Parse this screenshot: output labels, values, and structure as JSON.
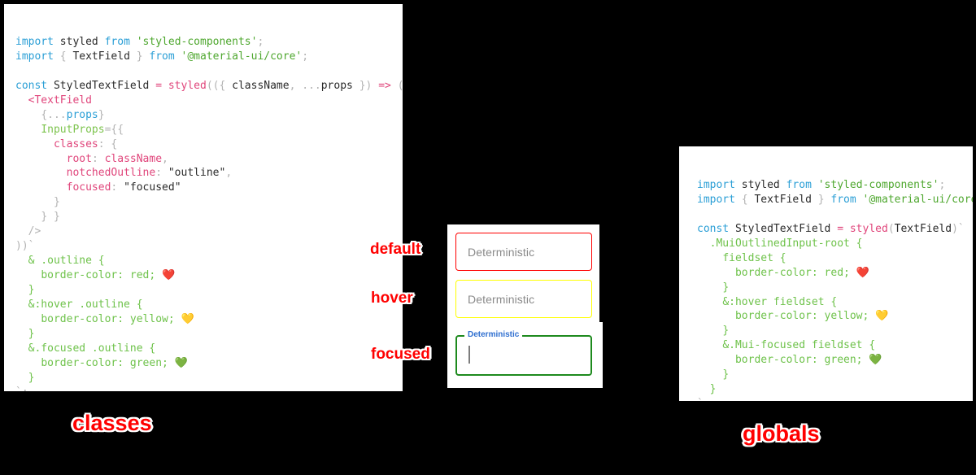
{
  "left_panel": {
    "name": "classes-code-panel",
    "caption": "classes",
    "lines": [
      [
        {
          "t": "import",
          "c": "tk-kw"
        },
        {
          "t": " ",
          "c": "tk-plain"
        },
        {
          "t": "styled",
          "c": "tk-plain"
        },
        {
          "t": " ",
          "c": "tk-plain"
        },
        {
          "t": "from",
          "c": "tk-kw"
        },
        {
          "t": " ",
          "c": "tk-plain"
        },
        {
          "t": "'styled-components'",
          "c": "tk-str"
        },
        {
          "t": ";",
          "c": "tk-punc"
        }
      ],
      [
        {
          "t": "import",
          "c": "tk-kw"
        },
        {
          "t": " ",
          "c": "tk-plain"
        },
        {
          "t": "{",
          "c": "tk-punc"
        },
        {
          "t": " ",
          "c": "tk-plain"
        },
        {
          "t": "TextField",
          "c": "tk-plain"
        },
        {
          "t": " ",
          "c": "tk-plain"
        },
        {
          "t": "}",
          "c": "tk-punc"
        },
        {
          "t": " ",
          "c": "tk-plain"
        },
        {
          "t": "from",
          "c": "tk-kw"
        },
        {
          "t": " ",
          "c": "tk-plain"
        },
        {
          "t": "'@material-ui/core'",
          "c": "tk-str"
        },
        {
          "t": ";",
          "c": "tk-punc"
        }
      ],
      [],
      [
        {
          "t": "const",
          "c": "tk-kw"
        },
        {
          "t": " ",
          "c": "tk-plain"
        },
        {
          "t": "StyledTextField",
          "c": "tk-plain"
        },
        {
          "t": " ",
          "c": "tk-plain"
        },
        {
          "t": "=",
          "c": "tk-op"
        },
        {
          "t": " ",
          "c": "tk-plain"
        },
        {
          "t": "styled",
          "c": "tk-fn"
        },
        {
          "t": "((",
          "c": "tk-punc"
        },
        {
          "t": "{",
          "c": "tk-punc"
        },
        {
          "t": " ",
          "c": "tk-plain"
        },
        {
          "t": "className",
          "c": "tk-plain"
        },
        {
          "t": ",",
          "c": "tk-punc"
        },
        {
          "t": " ",
          "c": "tk-plain"
        },
        {
          "t": "...",
          "c": "tk-punc"
        },
        {
          "t": "props",
          "c": "tk-plain"
        },
        {
          "t": " ",
          "c": "tk-plain"
        },
        {
          "t": "})",
          "c": "tk-punc"
        },
        {
          "t": " ",
          "c": "tk-plain"
        },
        {
          "t": "=>",
          "c": "tk-op"
        },
        {
          "t": " ",
          "c": "tk-plain"
        },
        {
          "t": "(",
          "c": "tk-punc"
        }
      ],
      [
        {
          "t": "  ",
          "c": "tk-plain"
        },
        {
          "t": "<TextField",
          "c": "tk-tag"
        }
      ],
      [
        {
          "t": "    ",
          "c": "tk-plain"
        },
        {
          "t": "{",
          "c": "tk-punc"
        },
        {
          "t": "...",
          "c": "tk-punc"
        },
        {
          "t": "props",
          "c": "tk-attr"
        },
        {
          "t": "}",
          "c": "tk-punc"
        }
      ],
      [
        {
          "t": "    ",
          "c": "tk-plain"
        },
        {
          "t": "InputProps",
          "c": "tk-prop"
        },
        {
          "t": "=",
          "c": "tk-punc"
        },
        {
          "t": "{{",
          "c": "tk-punc"
        }
      ],
      [
        {
          "t": "      ",
          "c": "tk-plain"
        },
        {
          "t": "classes",
          "c": "tk-fn"
        },
        {
          "t": ":",
          "c": "tk-punc"
        },
        {
          "t": " ",
          "c": "tk-plain"
        },
        {
          "t": "{",
          "c": "tk-punc"
        }
      ],
      [
        {
          "t": "        ",
          "c": "tk-plain"
        },
        {
          "t": "root",
          "c": "tk-fn"
        },
        {
          "t": ":",
          "c": "tk-punc"
        },
        {
          "t": " ",
          "c": "tk-plain"
        },
        {
          "t": "className",
          "c": "tk-fn"
        },
        {
          "t": ",",
          "c": "tk-punc"
        }
      ],
      [
        {
          "t": "        ",
          "c": "tk-plain"
        },
        {
          "t": "notchedOutline",
          "c": "tk-fn"
        },
        {
          "t": ":",
          "c": "tk-punc"
        },
        {
          "t": " ",
          "c": "tk-plain"
        },
        {
          "t": "\"outline\"",
          "c": "tk-plain"
        },
        {
          "t": ",",
          "c": "tk-punc"
        }
      ],
      [
        {
          "t": "        ",
          "c": "tk-plain"
        },
        {
          "t": "focused",
          "c": "tk-fn"
        },
        {
          "t": ":",
          "c": "tk-punc"
        },
        {
          "t": " ",
          "c": "tk-plain"
        },
        {
          "t": "\"focused\"",
          "c": "tk-plain"
        }
      ],
      [
        {
          "t": "      ",
          "c": "tk-plain"
        },
        {
          "t": "}",
          "c": "tk-punc"
        }
      ],
      [
        {
          "t": "    ",
          "c": "tk-plain"
        },
        {
          "t": "} }",
          "c": "tk-punc"
        }
      ],
      [
        {
          "t": "  ",
          "c": "tk-plain"
        },
        {
          "t": "/>",
          "c": "tk-punc"
        }
      ],
      [
        {
          "t": "))`",
          "c": "tk-punc"
        }
      ],
      [
        {
          "t": "  ",
          "c": "tk-plain"
        },
        {
          "t": "& .outline {",
          "c": "tk-css"
        }
      ],
      [
        {
          "t": "    ",
          "c": "tk-plain"
        },
        {
          "t": "border-color: red; ❤️",
          "c": "tk-css"
        }
      ],
      [
        {
          "t": "  ",
          "c": "tk-plain"
        },
        {
          "t": "}",
          "c": "tk-css"
        }
      ],
      [
        {
          "t": "  ",
          "c": "tk-plain"
        },
        {
          "t": "&:hover .outline {",
          "c": "tk-css"
        }
      ],
      [
        {
          "t": "    ",
          "c": "tk-plain"
        },
        {
          "t": "border-color: yellow; 💛",
          "c": "tk-css"
        }
      ],
      [
        {
          "t": "  ",
          "c": "tk-plain"
        },
        {
          "t": "}",
          "c": "tk-css"
        }
      ],
      [
        {
          "t": "  ",
          "c": "tk-plain"
        },
        {
          "t": "&.focused .outline {",
          "c": "tk-css"
        }
      ],
      [
        {
          "t": "    ",
          "c": "tk-plain"
        },
        {
          "t": "border-color: green; 💚",
          "c": "tk-css"
        }
      ],
      [
        {
          "t": "  ",
          "c": "tk-plain"
        },
        {
          "t": "}",
          "c": "tk-css"
        }
      ],
      [
        {
          "t": "`;",
          "c": "tk-punc"
        }
      ]
    ]
  },
  "right_panel": {
    "name": "globals-code-panel",
    "caption": "globals",
    "lines": [
      [
        {
          "t": "import",
          "c": "tk-kw"
        },
        {
          "t": " ",
          "c": "tk-plain"
        },
        {
          "t": "styled",
          "c": "tk-plain"
        },
        {
          "t": " ",
          "c": "tk-plain"
        },
        {
          "t": "from",
          "c": "tk-kw"
        },
        {
          "t": " ",
          "c": "tk-plain"
        },
        {
          "t": "'styled-components'",
          "c": "tk-str"
        },
        {
          "t": ";",
          "c": "tk-punc"
        }
      ],
      [
        {
          "t": "import",
          "c": "tk-kw"
        },
        {
          "t": " ",
          "c": "tk-plain"
        },
        {
          "t": "{",
          "c": "tk-punc"
        },
        {
          "t": " ",
          "c": "tk-plain"
        },
        {
          "t": "TextField",
          "c": "tk-plain"
        },
        {
          "t": " ",
          "c": "tk-plain"
        },
        {
          "t": "}",
          "c": "tk-punc"
        },
        {
          "t": " ",
          "c": "tk-plain"
        },
        {
          "t": "from",
          "c": "tk-kw"
        },
        {
          "t": " ",
          "c": "tk-plain"
        },
        {
          "t": "'@material-ui/core'",
          "c": "tk-str"
        },
        {
          "t": ";",
          "c": "tk-punc"
        }
      ],
      [],
      [
        {
          "t": "const",
          "c": "tk-kw"
        },
        {
          "t": " ",
          "c": "tk-plain"
        },
        {
          "t": "StyledTextField",
          "c": "tk-plain"
        },
        {
          "t": " ",
          "c": "tk-plain"
        },
        {
          "t": "=",
          "c": "tk-op"
        },
        {
          "t": " ",
          "c": "tk-plain"
        },
        {
          "t": "styled",
          "c": "tk-fn"
        },
        {
          "t": "(",
          "c": "tk-punc"
        },
        {
          "t": "TextField",
          "c": "tk-plain"
        },
        {
          "t": ")`",
          "c": "tk-punc"
        }
      ],
      [
        {
          "t": "  ",
          "c": "tk-plain"
        },
        {
          "t": ".MuiOutlinedInput-root {",
          "c": "tk-css"
        }
      ],
      [
        {
          "t": "    ",
          "c": "tk-plain"
        },
        {
          "t": "fieldset {",
          "c": "tk-css"
        }
      ],
      [
        {
          "t": "      ",
          "c": "tk-plain"
        },
        {
          "t": "border-color: red; ❤️",
          "c": "tk-css"
        }
      ],
      [
        {
          "t": "    ",
          "c": "tk-plain"
        },
        {
          "t": "}",
          "c": "tk-css"
        }
      ],
      [
        {
          "t": "    ",
          "c": "tk-plain"
        },
        {
          "t": "&:hover fieldset {",
          "c": "tk-css"
        }
      ],
      [
        {
          "t": "      ",
          "c": "tk-plain"
        },
        {
          "t": "border-color: yellow; 💛",
          "c": "tk-css"
        }
      ],
      [
        {
          "t": "    ",
          "c": "tk-plain"
        },
        {
          "t": "}",
          "c": "tk-css"
        }
      ],
      [
        {
          "t": "    ",
          "c": "tk-plain"
        },
        {
          "t": "&.Mui-focused fieldset {",
          "c": "tk-css"
        }
      ],
      [
        {
          "t": "      ",
          "c": "tk-plain"
        },
        {
          "t": "border-color: green; 💚",
          "c": "tk-css"
        }
      ],
      [
        {
          "t": "    ",
          "c": "tk-plain"
        },
        {
          "t": "}",
          "c": "tk-css"
        }
      ],
      [
        {
          "t": "  ",
          "c": "tk-plain"
        },
        {
          "t": "}",
          "c": "tk-css"
        }
      ],
      [
        {
          "t": "`;",
          "c": "tk-punc"
        }
      ]
    ]
  },
  "demo": {
    "fields": {
      "default": {
        "state_label": "default",
        "value": "Deterministic",
        "border_color": "#ff0000"
      },
      "hover": {
        "state_label": "hover",
        "value": "Deterministic",
        "border_color": "#ffff00"
      },
      "focused": {
        "state_label": "focused",
        "floating_label": "Deterministic",
        "value": "",
        "border_color": "#1d8a1d",
        "label_color": "#2f6fd0"
      }
    }
  },
  "colors": {
    "background": "#000000",
    "panel": "#ffffff",
    "annotation": "#ff0000",
    "red": "#ff0000",
    "yellow": "#ffff00",
    "green": "#1d8a1d",
    "label_blue": "#2f6fd0"
  }
}
